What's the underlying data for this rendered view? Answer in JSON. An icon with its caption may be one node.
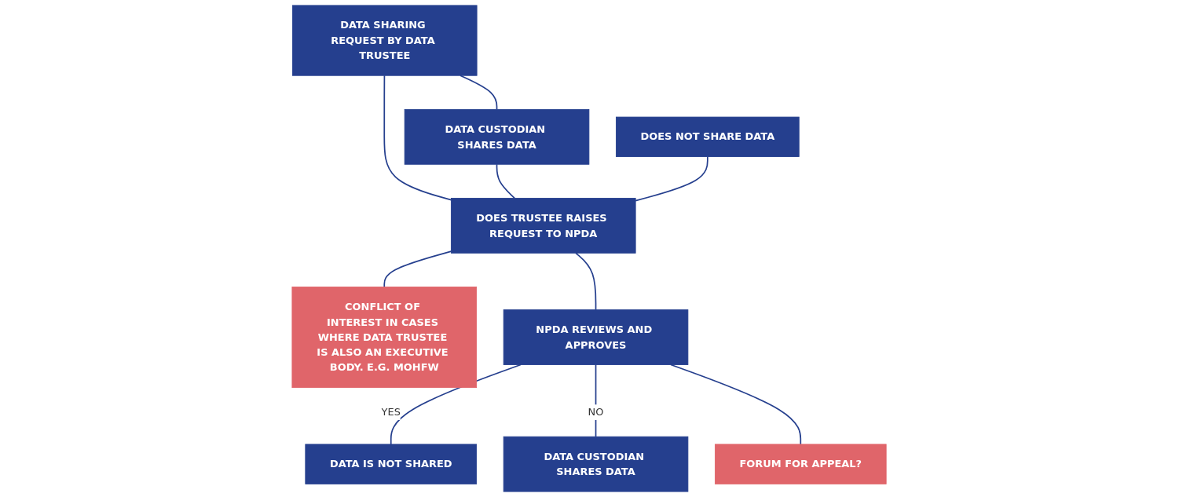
{
  "diagram": {
    "nodes": [
      {
        "text": [
          "DATA SHARING REQUEST BY DATA TRUSTEE"
        ]
      },
      {
        "text": [
          "DOES NOT SHARE DATA"
        ]
      },
      {
        "text": [
          "CONFLICT OF INTEREST IN CASES WHERE DATA TRUSTEE IS ALSO AN EXECUTIVE BODY. E.G. MOHFW"
        ]
      },
      {
        "text": [
          "DATA CUSTODIAN SHARES DATA"
        ]
      },
      {
        "text": [
          "DOES TRUSTEE RAISES REQUEST TO NPDA"
        ]
      },
      {
        "text": [
          "DATA IS NOT SHARED"
        ]
      },
      {
        "text": [
          "NPDA REVIEWS AND APPROVES"
        ]
      },
      {
        "text": [
          "DATA CUSTODIAN SHARES DATA"
        ]
      },
      {
        "text": [
          "FORUM FOR APPEAL?"
        ]
      }
    ],
    "edges": [
      {
        "from": 0,
        "to": 3,
        "arrow": "none"
      },
      {
        "from": 0,
        "to": 4,
        "arrow": "none"
      },
      {
        "from": 3,
        "to": 4,
        "arrow": "none"
      },
      {
        "from": 1,
        "to": 4,
        "arrow": "none"
      },
      {
        "from": 4,
        "to": 2,
        "arrow": "none"
      },
      {
        "from": 4,
        "to": 6,
        "arrow": "none"
      },
      {
        "from": 6,
        "to": 5,
        "label": "YES",
        "arrow": "none"
      },
      {
        "from": 6,
        "to": 7,
        "label": "NO",
        "arrow": "none"
      },
      {
        "from": 6,
        "to": 8,
        "arrow": "none"
      }
    ]
  }
}
